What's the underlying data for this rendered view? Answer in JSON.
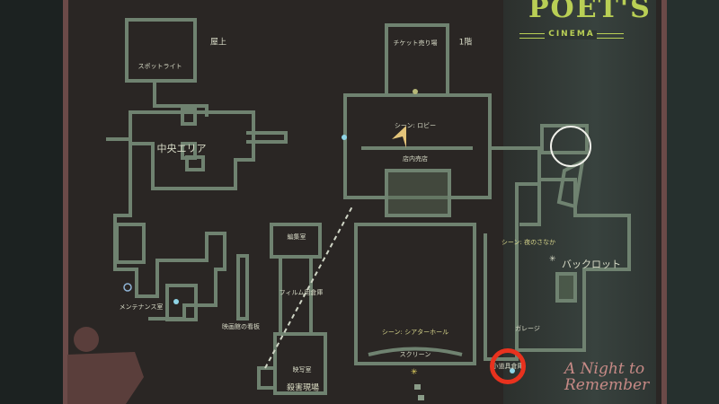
{
  "poster": {
    "title": "POET'S",
    "subtitle": "CINEMA",
    "tagline": "A Night to Remember"
  },
  "floors": {
    "roof": "屋上",
    "first": "1階"
  },
  "rooms": {
    "spotlight": "スポットライト",
    "central_area": "中央エリア",
    "maintenance": "メンテナンス室",
    "cinema_sign": "映画館の看板",
    "editing": "編集室",
    "film_storage": "フィルム用倉庫",
    "projection": "映写室",
    "murder_scene": "殺害現場",
    "ticket_booth": "チケット売り場",
    "lobby_scene": "シーン: ロビー",
    "concession": "店内売店",
    "theater_scene": "シーン: シアターホール",
    "screen": "スクリーン",
    "midnight_scene": "シーン: 夜のさなか",
    "backlot": "バックロット",
    "garage": "ガレージ",
    "prop_storage": "小道具倉庫"
  },
  "colors": {
    "wall": "#6f8270",
    "marker": "#e8321e",
    "player": "#e3c47a",
    "accent": "#b9cf55"
  },
  "icons": [
    "player-arrow-icon",
    "save-point-icon",
    "lock-icon",
    "question-icon",
    "film-reel-icon",
    "camera-icon",
    "sun-icon"
  ]
}
